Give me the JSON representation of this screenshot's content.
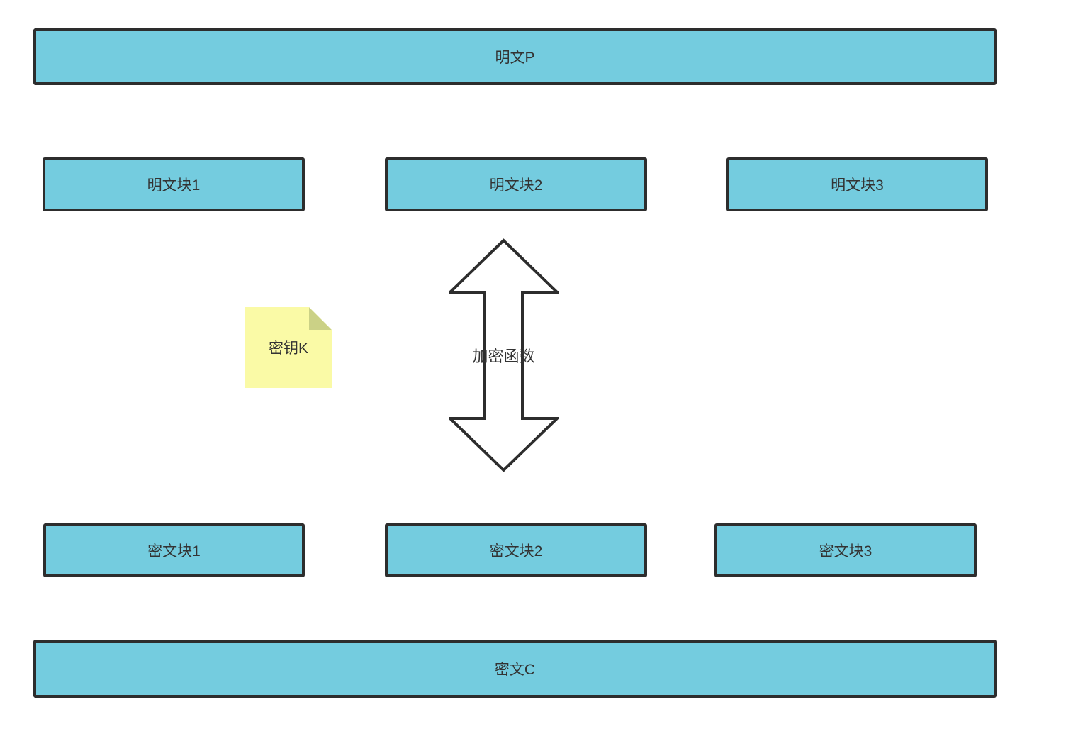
{
  "diagram": {
    "plaintext_bar": {
      "label": "明文P"
    },
    "plaintext_blocks": [
      {
        "label": "明文块1"
      },
      {
        "label": "明文块2"
      },
      {
        "label": "明文块3"
      }
    ],
    "key_note": {
      "label": "密钥K"
    },
    "encrypt_arrow": {
      "label": "加密函数"
    },
    "cipher_blocks": [
      {
        "label": "密文块1"
      },
      {
        "label": "密文块2"
      },
      {
        "label": "密文块3"
      }
    ],
    "ciphertext_bar": {
      "label": "密文C"
    }
  },
  "colors": {
    "block_fill": "#74CCDF",
    "block_border": "#2D2D2D",
    "note_fill": "#FAFAA6",
    "note_fold": "#CBD186",
    "arrow_fill": "#FFFFFF",
    "arrow_stroke": "#2D2D2D",
    "text": "#333333",
    "background": "#FFFFFF"
  }
}
